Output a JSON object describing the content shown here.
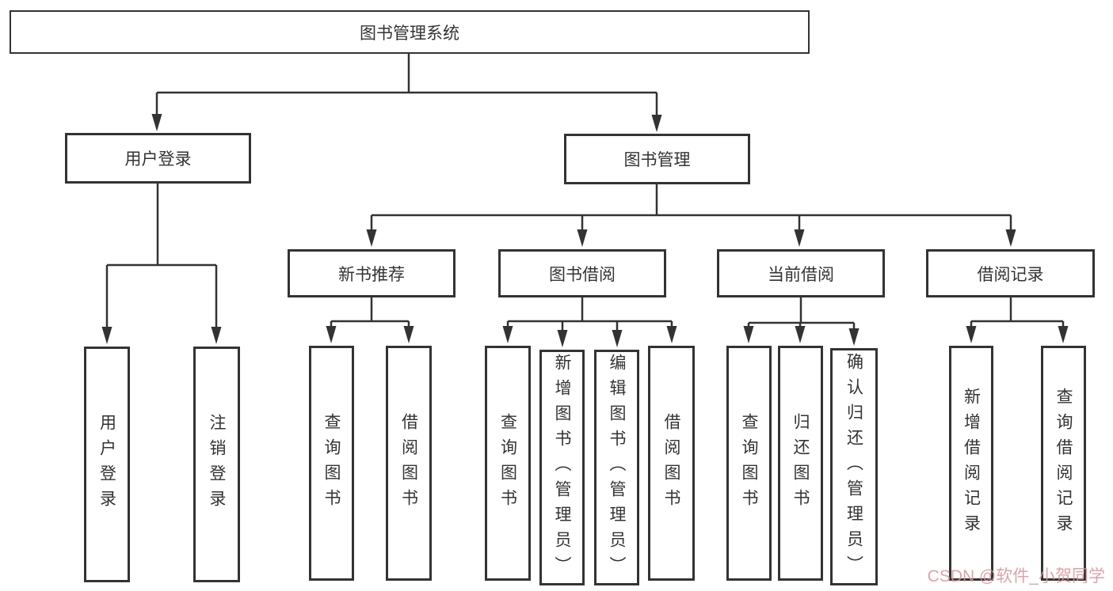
{
  "diagram": {
    "root": {
      "label": "图书管理系统"
    },
    "level2": [
      {
        "label": "用户登录"
      },
      {
        "label": "图书管理"
      }
    ],
    "level3": [
      {
        "label": "新书推荐"
      },
      {
        "label": "图书借阅"
      },
      {
        "label": "当前借阅"
      },
      {
        "label": "借阅记录"
      }
    ],
    "leaves": {
      "user_login": [
        "用户登录",
        "注销登录"
      ],
      "new_books": [
        "查询图书",
        "借阅图书"
      ],
      "book_borrow": [
        "查询图书",
        "新增图书（管理员）",
        "编辑图书（管理员）",
        "借阅图书"
      ],
      "current_borrow": [
        "查询图书",
        "归还图书",
        "确认归还（管理员）"
      ],
      "borrow_records": [
        "新增借阅记录",
        "查询借阅记录"
      ]
    }
  },
  "watermark": {
    "text": "CSDN @软件_小贺同学"
  },
  "colors": {
    "line": "#333333",
    "text": "#333333",
    "background": "#ffffff",
    "watermark": "#d9929b"
  }
}
